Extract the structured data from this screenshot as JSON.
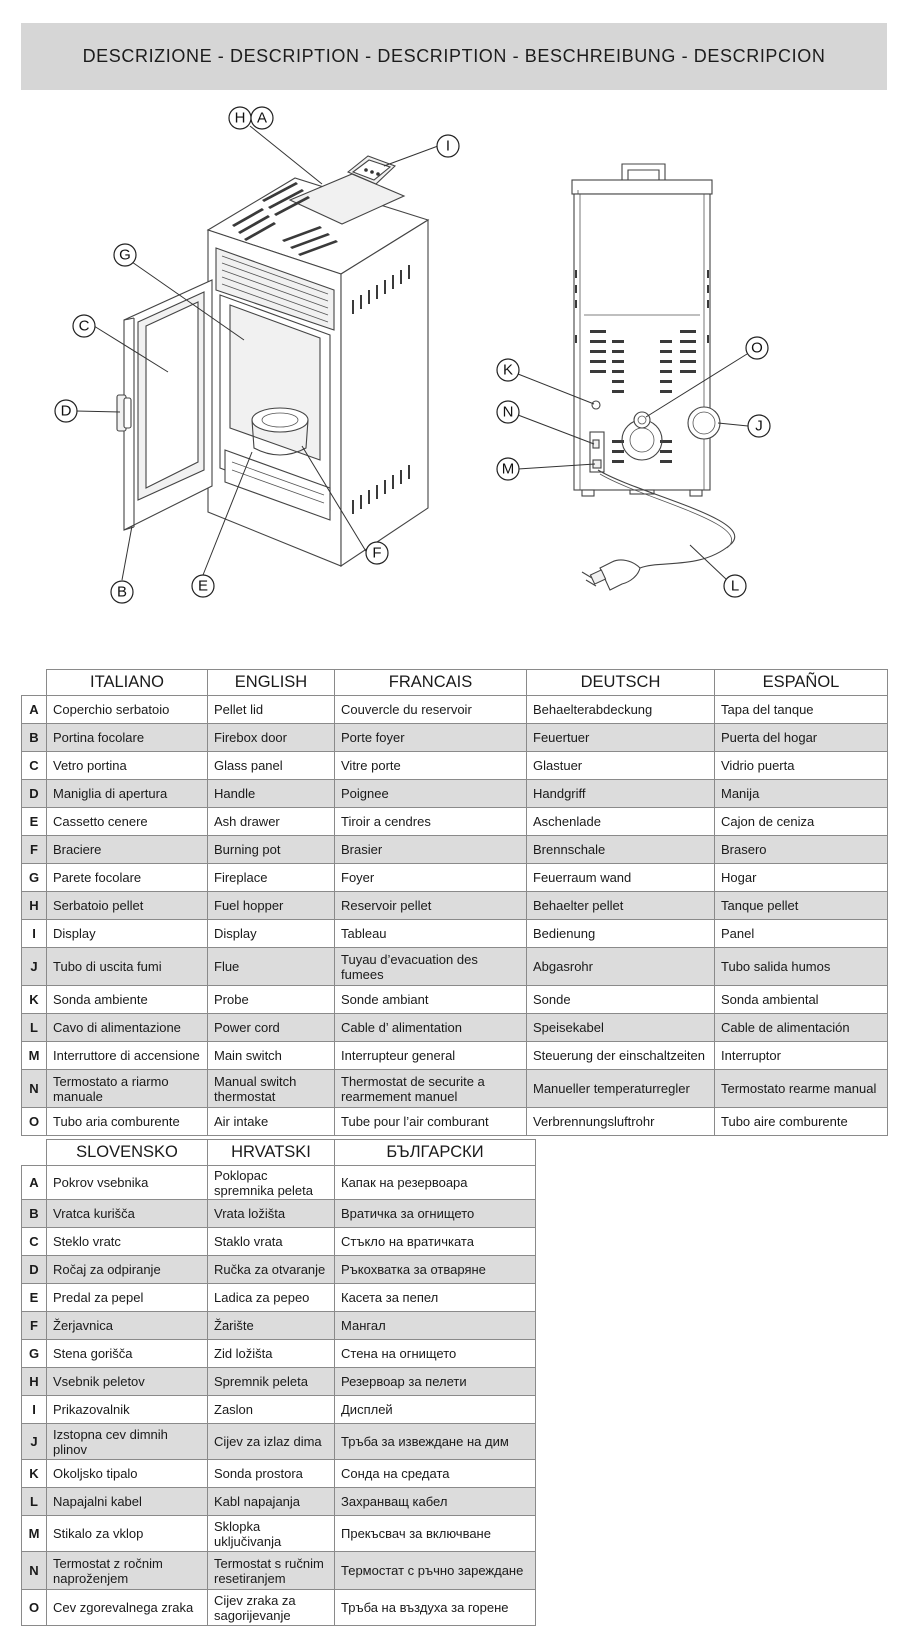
{
  "header": {
    "title": "DESCRIZIONE - DESCRIPTION - DESCRIPTION - BESCHREIBUNG - DESCRIPCION"
  },
  "callouts": [
    "H",
    "A",
    "I",
    "G",
    "C",
    "D",
    "F",
    "E",
    "B",
    "K",
    "O",
    "J",
    "N",
    "M",
    "L"
  ],
  "table_main": {
    "headers": [
      "ITALIANO",
      "ENGLISH",
      "FRANCAIS",
      "DEUTSCH",
      "ESPAÑOL"
    ],
    "rows": [
      {
        "key": "A",
        "cells": [
          "Coperchio serbatoio",
          "Pellet lid",
          "Couvercle du reservoir",
          "Behaelterabdeckung",
          "Tapa del tanque"
        ]
      },
      {
        "key": "B",
        "cells": [
          "Portina focolare",
          "Firebox door",
          "Porte foyer",
          "Feuertuer",
          "Puerta del  hogar"
        ]
      },
      {
        "key": "C",
        "cells": [
          "Vetro portina",
          "Glass panel",
          "Vitre porte",
          "Glastuer",
          "Vidrio puerta"
        ]
      },
      {
        "key": "D",
        "cells": [
          "Maniglia di apertura",
          "Handle",
          "Poignee",
          "Handgriff",
          "Manija"
        ]
      },
      {
        "key": "E",
        "cells": [
          "Cassetto cenere",
          "Ash drawer",
          "Tiroir a cendres",
          "Aschenlade",
          "Cajon de ceniza"
        ]
      },
      {
        "key": "F",
        "cells": [
          "Braciere",
          "Burning pot",
          "Brasier",
          "Brennschale",
          "Brasero"
        ]
      },
      {
        "key": "G",
        "cells": [
          "Parete focolare",
          "Fireplace",
          "Foyer",
          "Feuerraum wand",
          "Hogar"
        ]
      },
      {
        "key": "H",
        "cells": [
          "Serbatoio pellet",
          "Fuel hopper",
          "Reservoir pellet",
          "Behaelter pellet",
          "Tanque pellet"
        ]
      },
      {
        "key": "I",
        "cells": [
          "Display",
          "Display",
          "Tableau",
          "Bedienung",
          "Panel"
        ]
      },
      {
        "key": "J",
        "cells": [
          "Tubo di uscita fumi",
          "Flue",
          "Tuyau d’evacuation des fumees",
          "Abgasrohr",
          "Tubo salida humos"
        ]
      },
      {
        "key": "K",
        "cells": [
          "Sonda ambiente",
          "Probe",
          "Sonde ambiant",
          "Sonde",
          "Sonda ambiental"
        ]
      },
      {
        "key": "L",
        "cells": [
          "Cavo di alimentazione",
          "Power cord",
          "Cable d’ alimentation",
          "Speisekabel",
          "Cable de alimentación"
        ]
      },
      {
        "key": "M",
        "cells": [
          "Interruttore di accensione",
          "Main switch",
          "Interrupteur general",
          "Steuerung der einschaltzeiten",
          "Interruptor"
        ]
      },
      {
        "key": "N",
        "cells": [
          "Termostato a  riarmo manuale",
          "Manual switch thermostat",
          "Thermostat de securite a rearmement manuel",
          "Manueller temperaturregler",
          "Termostato rearme manual"
        ]
      },
      {
        "key": "O",
        "cells": [
          "Tubo aria comburente",
          "Air intake",
          "Tube pour l’air comburant",
          "Verbrennungsluftrohr",
          "Tubo aire comburente"
        ]
      }
    ]
  },
  "table_second": {
    "headers": [
      "SLOVENSKO",
      "HRVATSKI",
      "БЪЛГАРСКИ"
    ],
    "rows": [
      {
        "key": "A",
        "cells": [
          "Pokrov vsebnika",
          "Poklopac spremnika peleta",
          "Капак на резервоара"
        ]
      },
      {
        "key": "B",
        "cells": [
          "Vratca kurišča",
          "Vrata ložišta",
          "Вратичка за огнището"
        ]
      },
      {
        "key": "C",
        "cells": [
          "Steklo vratc",
          "Staklo vrata",
          "Стъкло на вратичката"
        ]
      },
      {
        "key": "D",
        "cells": [
          "Ročaj za odpiranje",
          "Ručka za otvaranje",
          "Ръкохватка за отваряне"
        ]
      },
      {
        "key": "E",
        "cells": [
          "Predal za pepel",
          "Ladica za pepeo",
          "Касета за пепел"
        ]
      },
      {
        "key": "F",
        "cells": [
          "Žerjavnica",
          "Žarište",
          "Мангал"
        ]
      },
      {
        "key": "G",
        "cells": [
          "Stena gorišča",
          "Zid ložišta",
          "Стена на огнището"
        ]
      },
      {
        "key": "H",
        "cells": [
          "Vsebnik peletov",
          "Spremnik peleta",
          "Резервоар за пелети"
        ]
      },
      {
        "key": "I",
        "cells": [
          "Prikazovalnik",
          "Zaslon",
          "Дисплей"
        ]
      },
      {
        "key": "J",
        "cells": [
          "Izstopna cev dimnih plinov",
          "Cijev za izlaz dima",
          "Тръба за извеждане на дим"
        ]
      },
      {
        "key": "K",
        "cells": [
          "Okoljsko tipalo",
          "Sonda prostora",
          "Сонда на средата"
        ]
      },
      {
        "key": "L",
        "cells": [
          "Napajalni kabel",
          "Kabl napajanja",
          "Захранващ кабел"
        ]
      },
      {
        "key": "M",
        "cells": [
          "Stikalo za vklop",
          "Sklopka uključivanja",
          "Прекъсвач за включване"
        ]
      },
      {
        "key": "N",
        "cells": [
          "Termostat z ročnim naproženjem",
          "Termostat s ručnim resetiranjem",
          "Термостат с ръчно зареждане"
        ]
      },
      {
        "key": "O",
        "cells": [
          "Cev zgorevalnega zraka",
          "Cijev zraka za sagorijevanje",
          "Тръба на въздуха за горене"
        ]
      }
    ]
  }
}
